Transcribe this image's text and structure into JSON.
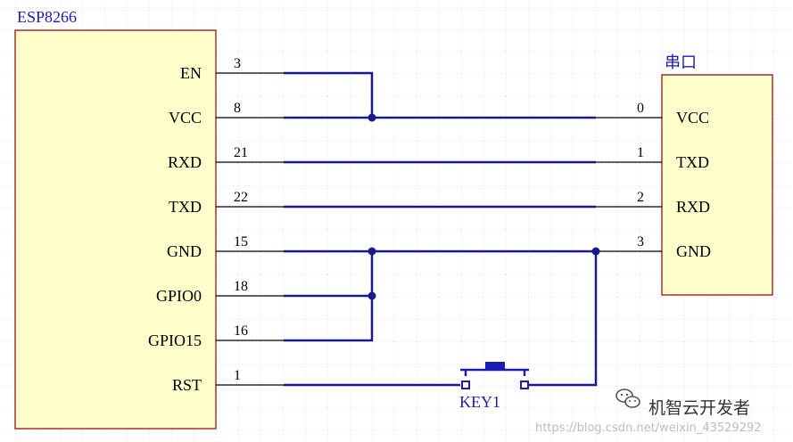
{
  "esp": {
    "label": "ESP8266",
    "pins": [
      {
        "name": "EN",
        "num": "3"
      },
      {
        "name": "VCC",
        "num": "8"
      },
      {
        "name": "RXD",
        "num": "21"
      },
      {
        "name": "TXD",
        "num": "22"
      },
      {
        "name": "GND",
        "num": "15"
      },
      {
        "name": "GPIO0",
        "num": "18"
      },
      {
        "name": "GPIO15",
        "num": "16"
      },
      {
        "name": "RST",
        "num": "1"
      }
    ]
  },
  "serial": {
    "label": "串口",
    "pins": [
      {
        "name": "VCC",
        "num": "0"
      },
      {
        "name": "TXD",
        "num": "1"
      },
      {
        "name": "RXD",
        "num": "2"
      },
      {
        "name": "GND",
        "num": "3"
      }
    ]
  },
  "key": {
    "label": "KEY1"
  },
  "watermark": {
    "title": "机智云开发者",
    "url": "https://blog.csdn.net/weixin_43529292"
  },
  "colors": {
    "wire": "#1a1a8c",
    "body_fill": "#ffffcc",
    "body_border": "#8b0000",
    "label": "#1c1cb0",
    "grid": "#e0e0e0"
  }
}
